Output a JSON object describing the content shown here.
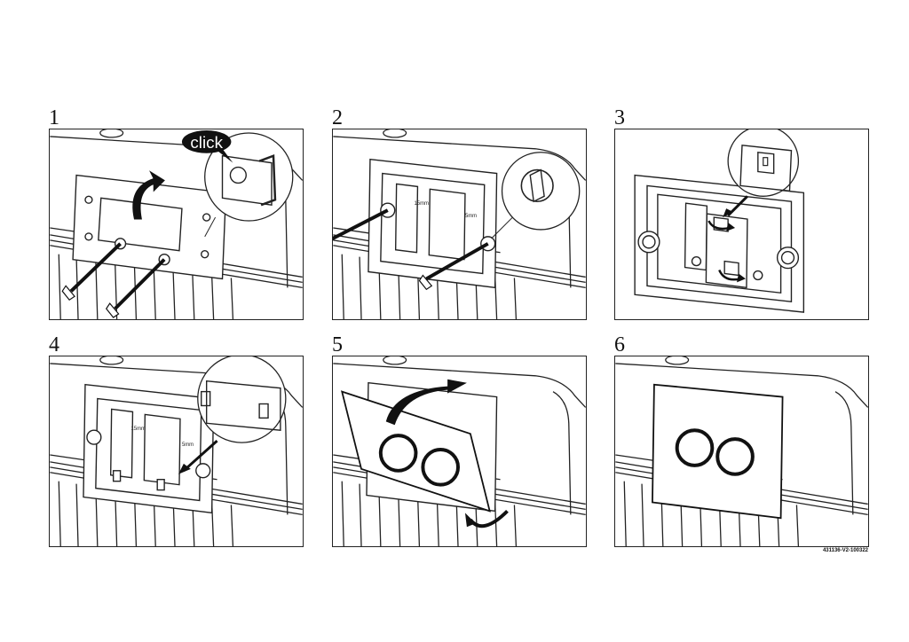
{
  "steps": [
    {
      "number": "1",
      "callout": "click"
    },
    {
      "number": "2",
      "dim_a": "15mm",
      "dim_b": "5mm"
    },
    {
      "number": "3"
    },
    {
      "number": "4",
      "dim_a": "15mm",
      "dim_b": "5mm"
    },
    {
      "number": "5"
    },
    {
      "number": "6"
    }
  ],
  "reference_code": "431136-V2-100322"
}
